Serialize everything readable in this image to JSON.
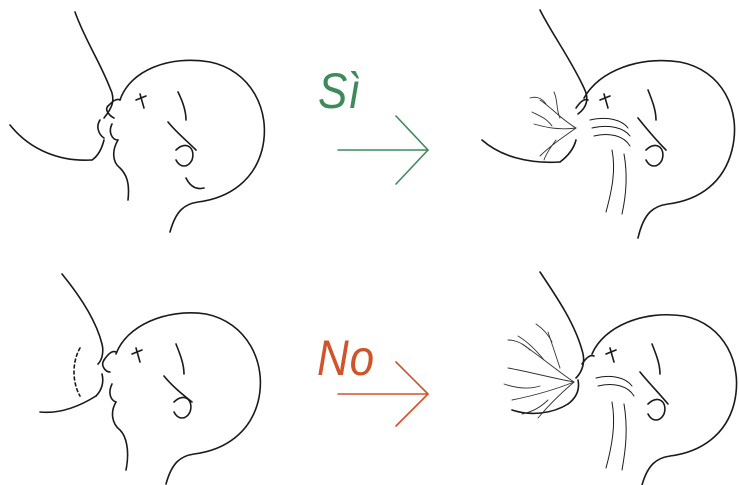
{
  "rows": [
    {
      "label": "Sì",
      "color": "#3f8a5a"
    },
    {
      "label": "No",
      "color": "#d0542a"
    }
  ],
  "icons": {
    "arrow": "right-arrow-icon",
    "illustration": "breastfeeding-latch-illustration"
  }
}
